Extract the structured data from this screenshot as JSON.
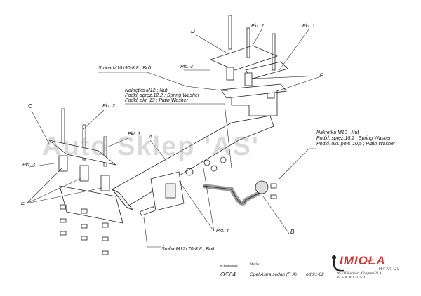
{
  "watermark": "Auto Sklep 'AS'",
  "labels": {
    "d": "D",
    "pkt2_top": "Pkt. 2",
    "pkt1_top": "Pkt. 1",
    "pkt3_top": "Pkt. 3",
    "e_top": "E",
    "bolt_m10": "Śruba M10x90-8.8 ; Bolt",
    "c": "C",
    "pkt2_left": "Pkt. 2",
    "pkt1_left": "Pkt. 1",
    "pkt3_left": "Pkt. 3",
    "e_left": "E",
    "a": "A",
    "pkt4": "Pkt. 4",
    "b": "B",
    "bolt_m12": "Śruba M12x70-8.8 ; Bolt"
  },
  "note_m12": [
    "Nakrętka M12 ; Nut",
    "Podkł. spręż.12,2 ; Spring Washer",
    "Podkł. okr. 13 ; Plain Washer"
  ],
  "note_m10": [
    "Nakrętka M10 ; Nut",
    "Podkł. spręż.10,2 ; Spring Washer",
    "Podkł. okr. pow. 10,5 ; Plain Washer"
  ],
  "footer": {
    "catalog_label": "nr katalogowy",
    "catalog_no": "O/004",
    "brand_label": "Marka",
    "model": "Opel Astra sedan (F, A)",
    "years": "od 91-82",
    "logo": "IMIOŁA",
    "logo_sub": "HAKPOL",
    "address": "96-111 Kernierz, Chojnata 23 A",
    "phone": "tel. +48 46 831 77 31"
  },
  "colors": {
    "brand": "#d9322b",
    "line": "#222222"
  }
}
